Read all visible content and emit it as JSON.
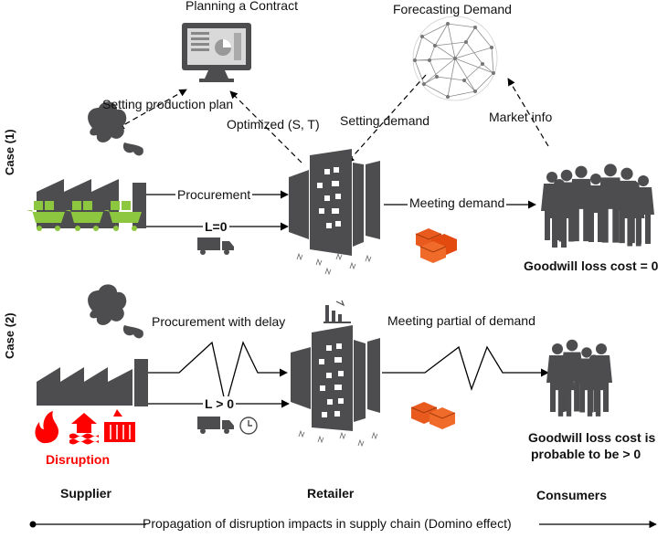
{
  "labels": {
    "planning_contract": "Planning a Contract",
    "forecasting_demand": "Forecasting Demand",
    "setting_production_plan": "Setting production plan",
    "optimized": "Optimized (S, T)",
    "setting_demand": "Setting demand",
    "market_info": "Market info",
    "procurement": "Procurement",
    "lead_zero": "L=0",
    "meeting_demand": "Meeting demand",
    "goodwill_zero": "Goodwill loss cost = 0",
    "procurement_delay": "Procurement with delay",
    "lead_positive": "L > 0",
    "meeting_partial": "Meeting partial of demand",
    "goodwill_probable_line1": "Goodwill loss cost is",
    "goodwill_probable_line2": "probable to be > 0",
    "disruption": "Disruption",
    "supplier": "Supplier",
    "retailer": "Retailer",
    "consumers": "Consumers",
    "propagation": "Propagation of disruption impacts in supply chain (Domino effect)"
  },
  "cases": {
    "case1": "Case (1)",
    "case2": "Case (2)"
  },
  "colors": {
    "dark": "#4d4d4f",
    "green": "#8dc63f",
    "red": "#ff0000",
    "orange": "#e85a1e",
    "black": "#000000"
  },
  "icons": [
    "factory-icon",
    "cart-icon",
    "truck-icon",
    "clock-icon",
    "monitor-icon",
    "globe-network-icon",
    "building-icon",
    "boxes-icon",
    "people-group-icon",
    "fire-icon",
    "flood-icon",
    "container-icon",
    "chart-icon"
  ]
}
